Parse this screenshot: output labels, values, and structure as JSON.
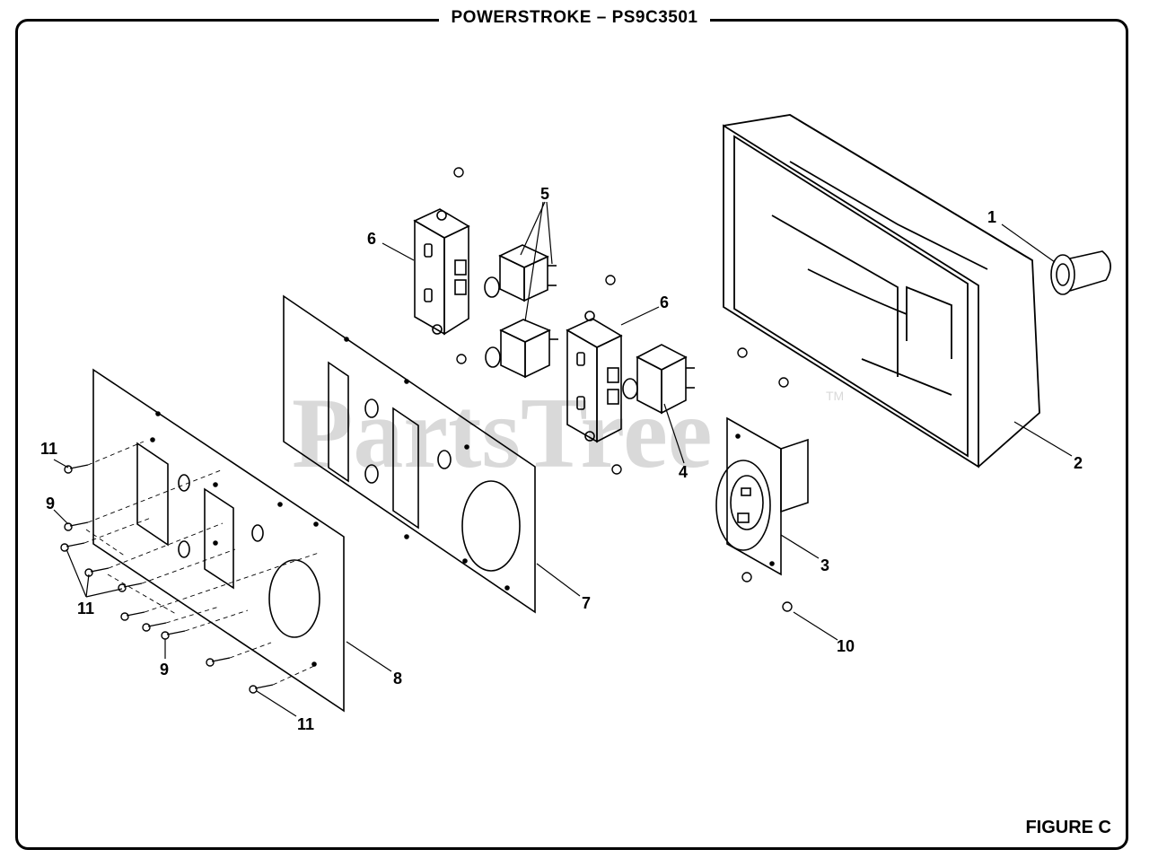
{
  "title": "POWERSTROKE – PS9C3501",
  "figure_label": "FIGURE C",
  "watermark": {
    "text": "PartsTree",
    "trademark": "TM"
  },
  "callouts": [
    "1",
    "2",
    "3",
    "4",
    "5",
    "6",
    "6",
    "7",
    "8",
    "9",
    "9",
    "10",
    "11",
    "11",
    "11"
  ],
  "parts": {
    "p1": "grommet",
    "p2": "control-box-housing",
    "p3": "twist-lock-receptacle",
    "p4": "circuit-breaker",
    "p5": "circuit-breakers",
    "p6": "duplex-receptacles",
    "p7": "receptacle-panel",
    "p8": "panel-gasket",
    "p9": "screws",
    "p10": "nut",
    "p11": "screws"
  }
}
